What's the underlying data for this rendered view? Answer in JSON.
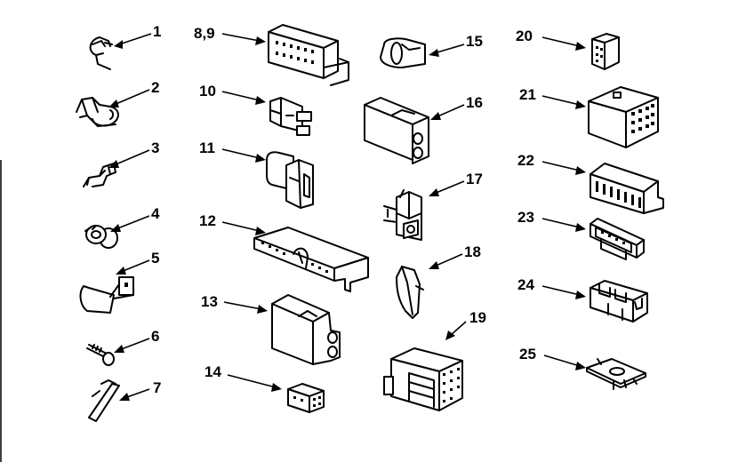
{
  "diagram": {
    "callouts": [
      {
        "id": "c1",
        "text": "1"
      },
      {
        "id": "c2",
        "text": "2"
      },
      {
        "id": "c3",
        "text": "3"
      },
      {
        "id": "c4",
        "text": "4"
      },
      {
        "id": "c5",
        "text": "5"
      },
      {
        "id": "c6",
        "text": "6"
      },
      {
        "id": "c7",
        "text": "7"
      },
      {
        "id": "c89",
        "text": "8,9"
      },
      {
        "id": "c10",
        "text": "10"
      },
      {
        "id": "c11",
        "text": "11"
      },
      {
        "id": "c12",
        "text": "12"
      },
      {
        "id": "c13",
        "text": "13"
      },
      {
        "id": "c14",
        "text": "14"
      },
      {
        "id": "c15",
        "text": "15"
      },
      {
        "id": "c16",
        "text": "16"
      },
      {
        "id": "c17",
        "text": "17"
      },
      {
        "id": "c18",
        "text": "18"
      },
      {
        "id": "c19",
        "text": "19"
      },
      {
        "id": "c20",
        "text": "20"
      },
      {
        "id": "c21",
        "text": "21"
      },
      {
        "id": "c22",
        "text": "22"
      },
      {
        "id": "c23",
        "text": "23"
      },
      {
        "id": "c24",
        "text": "24"
      },
      {
        "id": "c25",
        "text": "25"
      }
    ]
  }
}
